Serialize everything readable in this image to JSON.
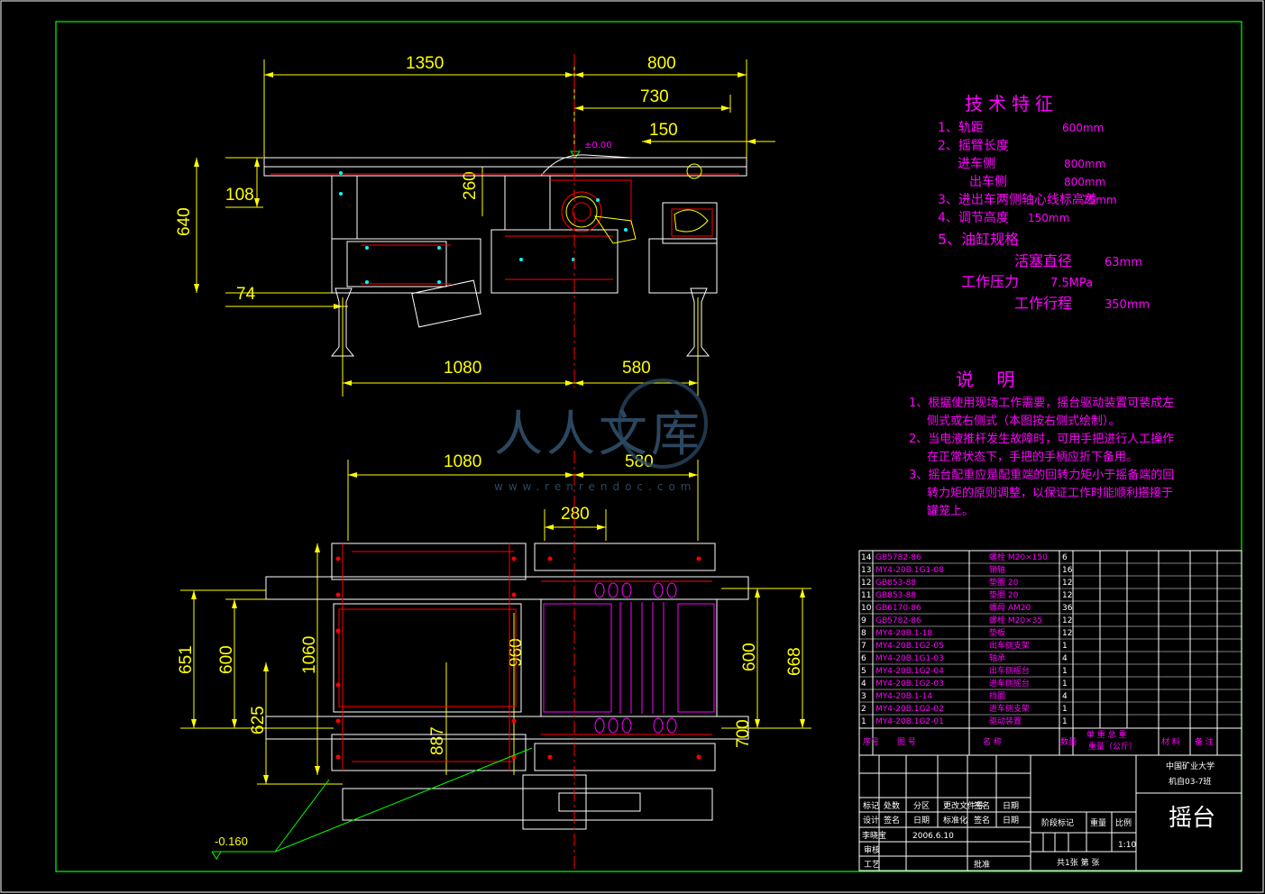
{
  "drawing": {
    "top_dims": {
      "d1350": "1350",
      "d800": "800",
      "d730": "730",
      "d150": "150",
      "d108": "108",
      "d640": "640",
      "d260": "260",
      "d74": "74",
      "d1080": "1080",
      "d580": "580",
      "level_zero": "±0.00"
    },
    "bottom_dims": {
      "d1080": "1080",
      "d580": "580",
      "d280": "280",
      "d651": "651",
      "d600": "600",
      "d1060": "1060",
      "d960": "960",
      "d625": "625",
      "d887": "887",
      "d600r": "600",
      "d700": "700",
      "d668": "668",
      "level_neg": "-0.160"
    }
  },
  "tech": {
    "title": "技术特征",
    "items": [
      {
        "label": "1、轨距",
        "value": "600mm"
      },
      {
        "label": "2、摇臂长度",
        "value": ""
      },
      {
        "label": "进车侧",
        "value": "800mm"
      },
      {
        "label": "出车侧",
        "value": "800mm"
      },
      {
        "label": "3、进出车两侧轴心线标高差",
        "value": "75mm"
      },
      {
        "label": "4、调节高度",
        "value": "150mm"
      },
      {
        "label": "5、油缸规格",
        "value": ""
      },
      {
        "label": "活塞直径",
        "value": "63mm"
      },
      {
        "label": "工作压力",
        "value": "7.5MPa"
      },
      {
        "label": "工作行程",
        "value": "350mm"
      }
    ]
  },
  "notes": {
    "title": "说    明",
    "lines": [
      "1、根据使用现场工作需要，摇台驱动装置可装成左",
      "侧式或右侧式（本图按右侧式绘制）。",
      "2、当电液推杆发生故障时，可用手把进行人工操作",
      "在正常状态下，手把的手柄应折下备用。",
      "3、摇台配重应是配重端的回转力矩小于摇备端的回",
      "转力矩的原则调整，以保证工作时能顺利搭接于",
      "罐笼上。"
    ]
  },
  "parts": [
    {
      "no": "14",
      "code": "GB5782-86",
      "name": "螺栓 M20×150",
      "qty": "6"
    },
    {
      "no": "13",
      "code": "MY4-20B.1G1-08",
      "name": "销轴",
      "qty": "16"
    },
    {
      "no": "12",
      "code": "GB853-88",
      "name": "垫圈 20",
      "qty": "12"
    },
    {
      "no": "11",
      "code": "GB853-88",
      "name": "垫圈 20",
      "qty": "12"
    },
    {
      "no": "10",
      "code": "GB6170-86",
      "name": "螺母 AM20",
      "qty": "36"
    },
    {
      "no": "9",
      "code": "GB5782-86",
      "name": "螺栓 M20×35",
      "qty": "12"
    },
    {
      "no": "8",
      "code": "MY4-20B.1-18",
      "name": "垫板",
      "qty": "12"
    },
    {
      "no": "7",
      "code": "MY4-20B.1G2-05",
      "name": "出车侧支架",
      "qty": "1"
    },
    {
      "no": "6",
      "code": "MY4-20B.1G1-03",
      "name": "轴承",
      "qty": "4"
    },
    {
      "no": "5",
      "code": "MY4-20B.1G2-04",
      "name": "出车侧摇台",
      "qty": "1"
    },
    {
      "no": "4",
      "code": "MY4-20B.1G2-03",
      "name": "进车侧摇台",
      "qty": "1"
    },
    {
      "no": "3",
      "code": "MY4-20B.1-14",
      "name": "挡圈",
      "qty": "4"
    },
    {
      "no": "2",
      "code": "MY4-20B.1G2-02",
      "name": "进车侧支架",
      "qty": "1"
    },
    {
      "no": "1",
      "code": "MY4-20B.1G2-01",
      "name": "驱动装置",
      "qty": "1"
    }
  ],
  "parts_header": {
    "seq": "序号",
    "code": "图    号",
    "name": "名    称",
    "qty": "数量",
    "weight": "单 重 总 重",
    "weight2": "重量（公斤）",
    "material": "材  料",
    "remark": "备  注"
  },
  "title_block": {
    "school": "中国矿业大学",
    "class": "机自03-7班",
    "part_name": "摇台",
    "scale": "1:10",
    "date": "2006.6.10",
    "designer": "李晓宝",
    "r1": [
      "标记",
      "处数",
      "分区",
      "更改文件号",
      "签名",
      "日期"
    ],
    "r2": [
      "设计",
      "签名",
      "日期",
      "标准化",
      "签名",
      "日期"
    ],
    "stage": "阶段标记",
    "weight": "重量",
    "ratio": "比例",
    "review": "审核",
    "craft": "工艺",
    "approve": "批准",
    "sheet": "共1张  第  张"
  },
  "watermark": {
    "text": "人人文库",
    "url": "www.renrendoc.com"
  }
}
